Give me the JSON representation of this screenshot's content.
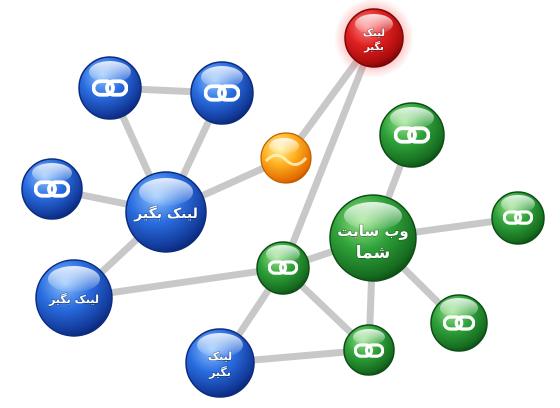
{
  "diagram": {
    "labels": {
      "get_link_1": "لینک بگیر",
      "get_link_2": "لینک بگیر",
      "get_link_top_line1": "لینک",
      "get_link_top_line2": "بگیر",
      "get_link_bottom_line1": "لینک",
      "get_link_bottom_line2": "بگیر",
      "your_site_line1": "وب سایت",
      "your_site_line2": "شما"
    },
    "icons": {
      "link": "chain-link-icon"
    },
    "colors": {
      "blue": "#1f5fd0",
      "green": "#1e8a2a",
      "red": "#d01818",
      "orange": "#f59a10",
      "edge": "#c8c8c8"
    }
  }
}
